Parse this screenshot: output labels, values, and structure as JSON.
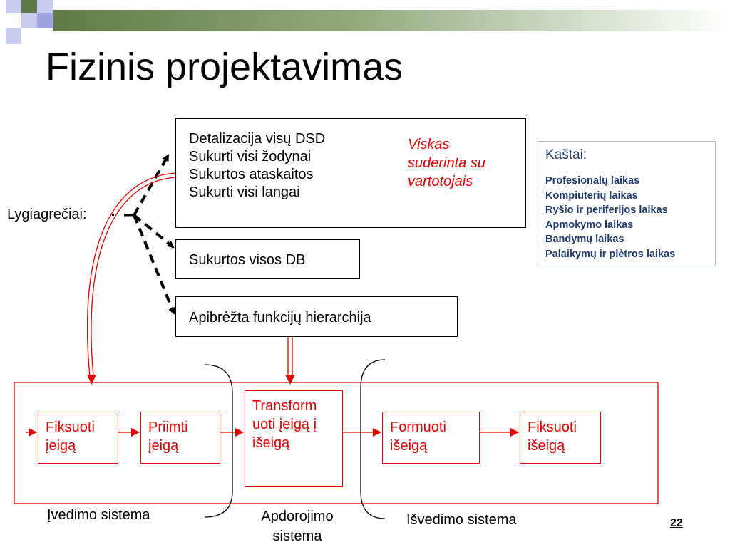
{
  "title": "Fizinis projektavimas",
  "top_box": {
    "lines": [
      "Detalizacija visų DSD",
      "Sukurti visi žodynai",
      "Sukurtos ataskaitos",
      "Sukurti visi langai"
    ]
  },
  "agreement_note": {
    "lines": [
      "Viskas",
      "suderinta su",
      "vartotojais"
    ]
  },
  "parallel_label": "Lygiagrečiai:",
  "db_box": "Sukurtos visos DB",
  "hierarchy_box": "Apibrėžta funkcijų hierarchija",
  "costs": {
    "title": "Kaštai:",
    "items": [
      "Profesionalų laikas",
      "Kompiuterių laikas",
      "Ryšio ir periferijos laikas",
      "Apmokymo laikas",
      "Bandymų laikas",
      "Palaikymų ir plėtros laikas"
    ]
  },
  "process": {
    "input_fix": [
      "Fiksuoti",
      "įeigą"
    ],
    "input_accept": [
      "Priimti",
      "įeigą"
    ],
    "transform": [
      "Transform",
      "uoti įeigą į",
      "išeigą"
    ],
    "output_form": [
      "Formuoti",
      "išeigą"
    ],
    "output_fix": [
      "Fiksuoti",
      "išeigą"
    ]
  },
  "labels": {
    "input_system": "Įvedimo sistema",
    "processing_system": [
      "Apdorojimo",
      "sistema"
    ],
    "output_system": "Išvedimo sistema"
  },
  "page_number": "22",
  "colors": {
    "accent_red": "#e00000",
    "costs_text": "#1f3a6e",
    "header_bar": "#5f7a4a"
  }
}
